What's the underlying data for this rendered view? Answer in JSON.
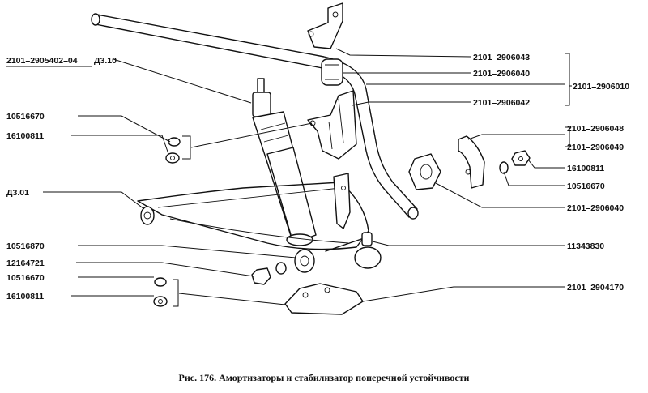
{
  "labels": {
    "absorber_part": "2101–2905402–04",
    "absorber_ref": "Д3.10",
    "bracket_top": "2101–2906043",
    "cushion_top": "2101–2906040",
    "stabilizer_assy": "2101–2906010",
    "bracket_lower": "2101–2906042",
    "washer_left_top": "10516670",
    "nut_left_top": "16100811",
    "clamp_a": "2101–2906048",
    "clamp_b": "2101–2906049",
    "nut_right": "16100811",
    "washer_right": "10516670",
    "arm_ref": "Д3.01",
    "cushion_right": "2101–2906040",
    "bolt_right": "11343830",
    "washer_left_mid": "10516870",
    "nut_left_mid": "12164721",
    "washer_left_low": "10516670",
    "nut_left_low": "16100811",
    "plate_lower": "2101–2904170"
  },
  "caption": "Рис. 176. Амортизаторы и стабилизатор поперечной устойчивости"
}
